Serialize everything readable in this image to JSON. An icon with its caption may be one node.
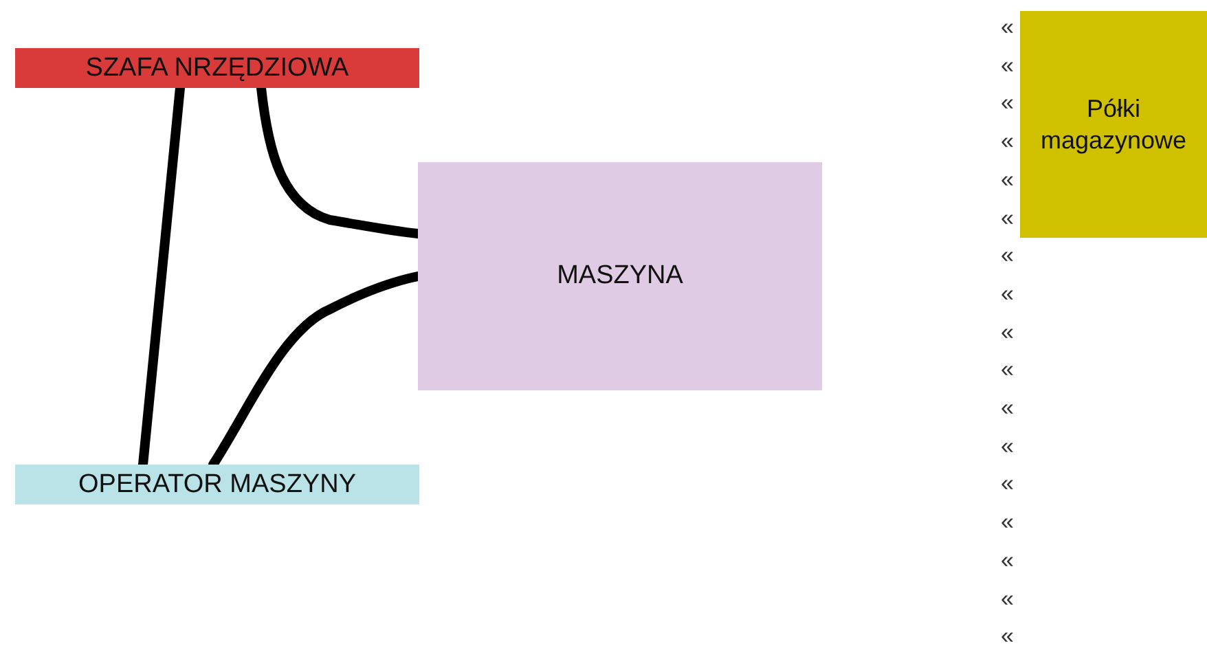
{
  "diagram": {
    "nodes": [
      {
        "text": [
          "SZAFA NRZĘDZIOWA"
        ]
      },
      {
        "text": [
          "MASZYNA"
        ]
      },
      {
        "text": [
          "OPERATOR MASZYNY"
        ]
      },
      {
        "text": [
          "Półki magazynowe"
        ]
      }
    ],
    "edges": [
      {
        "from": 0,
        "to": 2,
        "arrow": "none"
      },
      {
        "from": 0,
        "to": 1,
        "arrow": "none"
      },
      {
        "from": 2,
        "to": 1,
        "arrow": "none"
      }
    ],
    "labels": [
      "«",
      "«",
      "«",
      "«",
      "«",
      "«",
      "«",
      "«",
      "«",
      "«",
      "«",
      "«",
      "«",
      "«",
      "«",
      "«",
      "«"
    ]
  }
}
